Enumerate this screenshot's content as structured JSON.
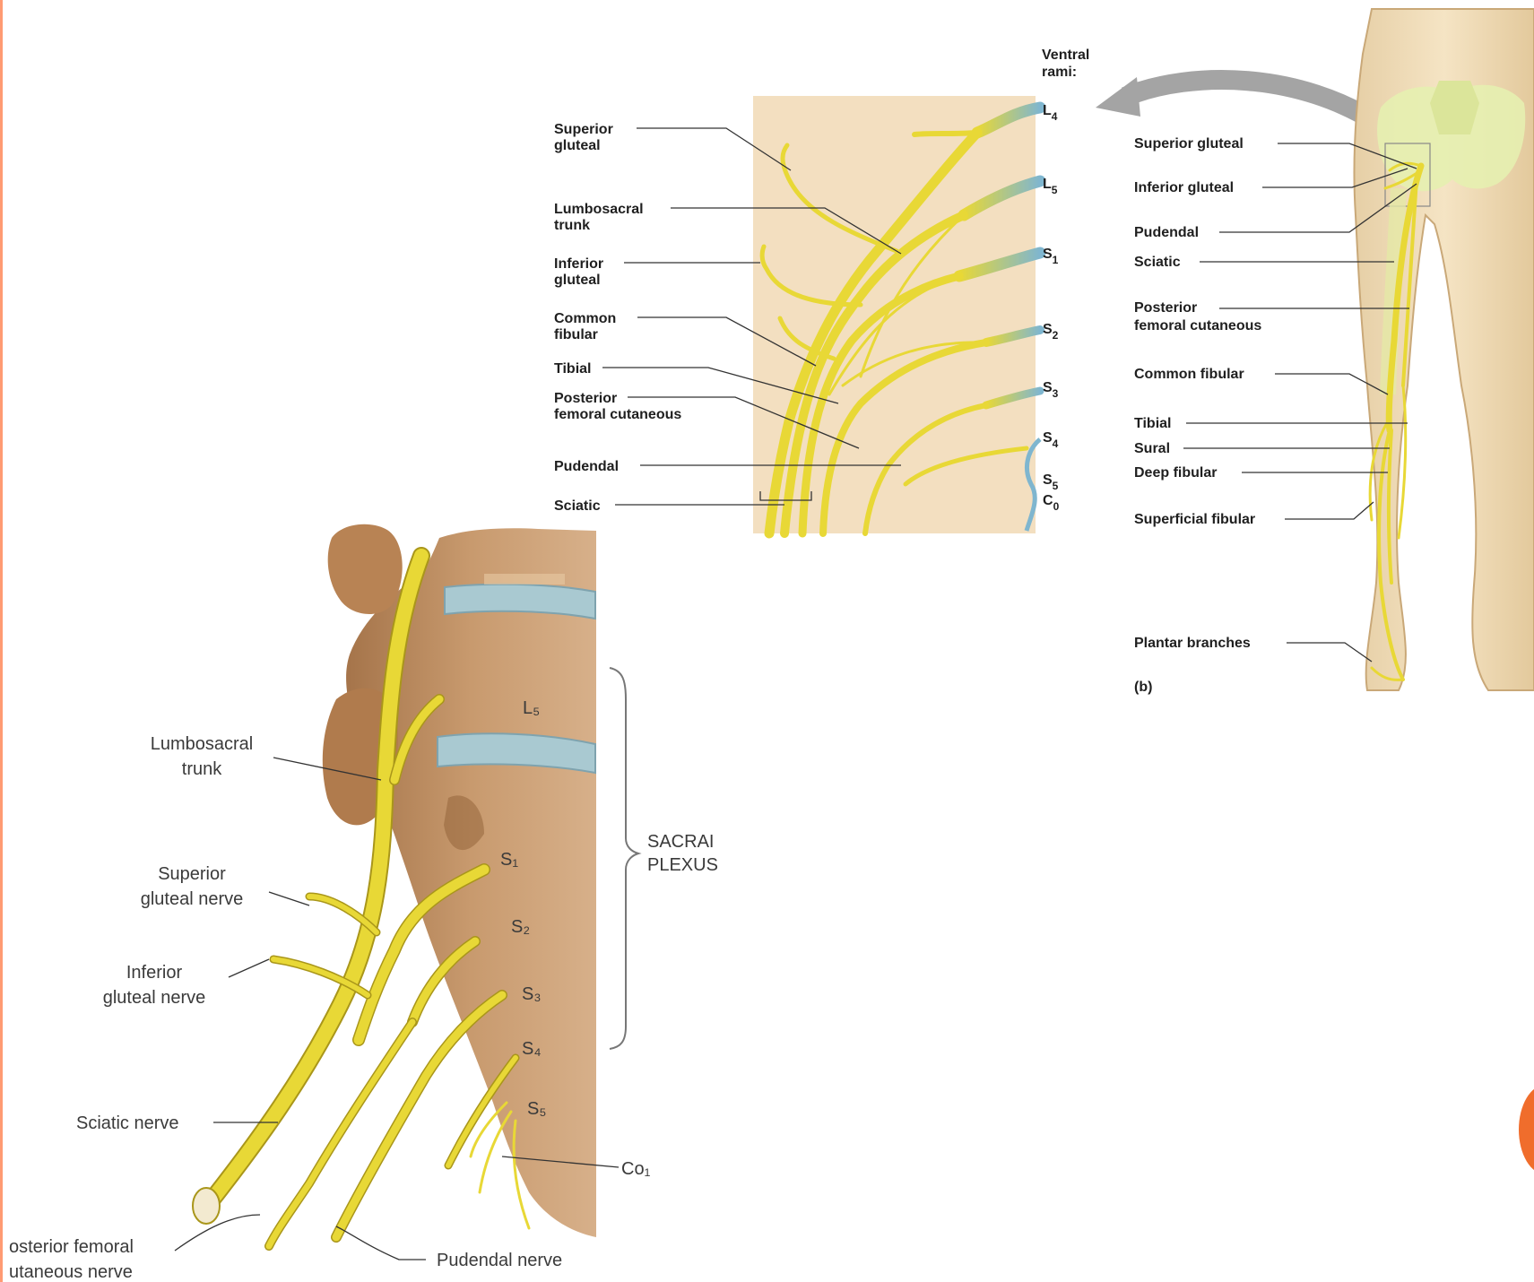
{
  "top_diagram": {
    "ventral_rami_label": [
      "Ventral",
      "rami:"
    ],
    "roots": [
      {
        "letter": "L",
        "sub": "4"
      },
      {
        "letter": "L",
        "sub": "5"
      },
      {
        "letter": "S",
        "sub": "1"
      },
      {
        "letter": "S",
        "sub": "2"
      },
      {
        "letter": "S",
        "sub": "3"
      },
      {
        "letter": "S",
        "sub": "4"
      },
      {
        "letter": "S",
        "sub": "5"
      },
      {
        "letter": "C",
        "sub": "0"
      }
    ],
    "labels": [
      [
        "Superior",
        "gluteal"
      ],
      [
        "Lumbosacral",
        "trunk"
      ],
      [
        "Inferior",
        "gluteal"
      ],
      [
        "Common",
        "fibular"
      ],
      [
        "Tibial"
      ],
      [
        "Posterior",
        "femoral cutaneous"
      ],
      [
        "Pudendal"
      ],
      [
        "Sciatic"
      ]
    ]
  },
  "leg_diagram": {
    "labels": [
      [
        "Superior gluteal"
      ],
      [
        "Inferior gluteal"
      ],
      [
        "Pudendal"
      ],
      [
        "Sciatic"
      ],
      [
        "Posterior",
        "femoral cutaneous"
      ],
      [
        "Common fibular"
      ],
      [
        "Tibial"
      ],
      [
        "Sural"
      ],
      [
        "Deep fibular"
      ],
      [
        "Superficial fibular"
      ],
      [
        "Plantar branches"
      ]
    ],
    "panel_label": "(b)"
  },
  "bottom_diagram": {
    "labels": [
      [
        "Lumbosacral",
        "trunk"
      ],
      [
        "Superior",
        "gluteal nerve"
      ],
      [
        "Inferior",
        "gluteal nerve"
      ],
      [
        "Sciatic nerve"
      ],
      [
        "osterior femoral",
        "utaneous nerve"
      ],
      [
        "Pudendal nerve"
      ],
      [
        "Co₁"
      ]
    ],
    "bracket_label": [
      "SACRAI",
      "PLEXUS"
    ],
    "vertebra_labels": [
      "L₅",
      "S₁",
      "S₂",
      "S₃",
      "S₄",
      "S₅"
    ]
  }
}
